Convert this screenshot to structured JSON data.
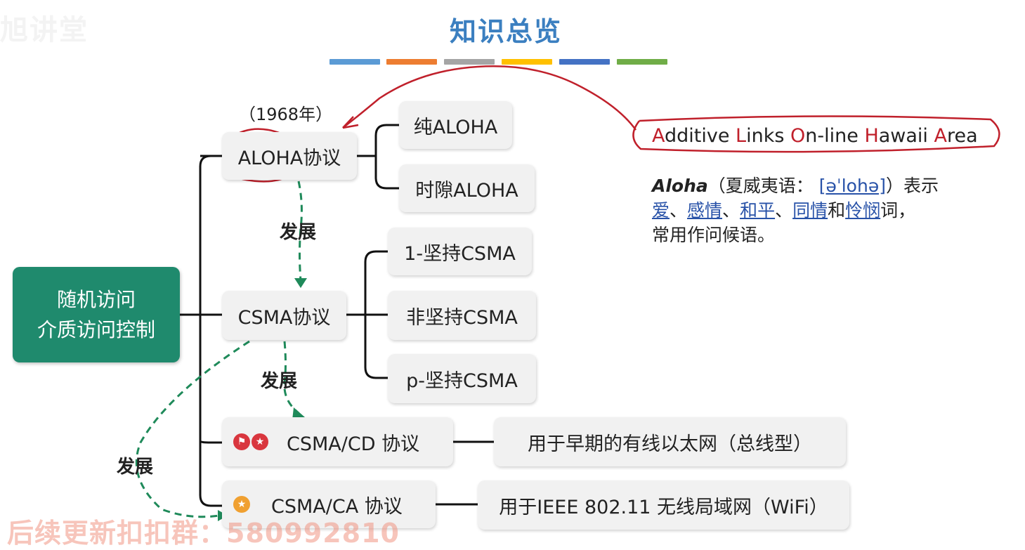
{
  "watermark_top_left": "旭讲堂",
  "title": "知识总览",
  "color_bars": [
    "#5b9bd5",
    "#ed7d31",
    "#a5a5a5",
    "#ffc000",
    "#4472c4",
    "#70ad47"
  ],
  "root": {
    "line1": "随机访问",
    "line2": "介质访问控制"
  },
  "year": "（1968年）",
  "protocols": {
    "aloha": "ALOHA协议",
    "csma": "CSMA协议",
    "csma_cd": "CSMA/CD 协议",
    "csma_ca": "CSMA/CA 协议"
  },
  "aloha_children": [
    "纯ALOHA",
    "时隙ALOHA"
  ],
  "csma_children": [
    "1-坚持CSMA",
    "非坚持CSMA",
    "p-坚持CSMA"
  ],
  "descriptions": {
    "csma_cd": "用于早期的有线以太网（总线型）",
    "csma_ca": "用于IEEE 802.11 无线局域网（WiFi）"
  },
  "develop_label": "发展",
  "acronym": {
    "parts": [
      {
        "initial": "A",
        "rest": "dditive "
      },
      {
        "initial": "L",
        "rest": "inks "
      },
      {
        "initial": "O",
        "rest": "n-line "
      },
      {
        "initial": "H",
        "rest": "awaii "
      },
      {
        "initial": "A",
        "rest": "rea"
      }
    ]
  },
  "aloha_meaning": {
    "word": "Aloha",
    "lang_prefix": "（夏威夷语：",
    "ipa": "[əˈlohə]",
    "lang_suffix": "）表示",
    "meaning_1": "爱",
    "sep_1": "、",
    "meaning_2": "感情",
    "sep_2": "、",
    "meaning_3": "和平",
    "sep_3": "、",
    "meaning_4": "同情",
    "conj": "和",
    "meaning_5": "怜悯",
    "tail": "词，",
    "line3": "常用作问候语。"
  },
  "watermark_bottom": "后续更新扣扣群：580992810",
  "colors": {
    "root_bg": "#1f8a6d",
    "title": "#3b7fc0",
    "annotation_red": "#c0202b",
    "develop_arrow": "#1f8a5a",
    "cd_icon": "#d9363e",
    "ca_icon": "#f0a030"
  }
}
